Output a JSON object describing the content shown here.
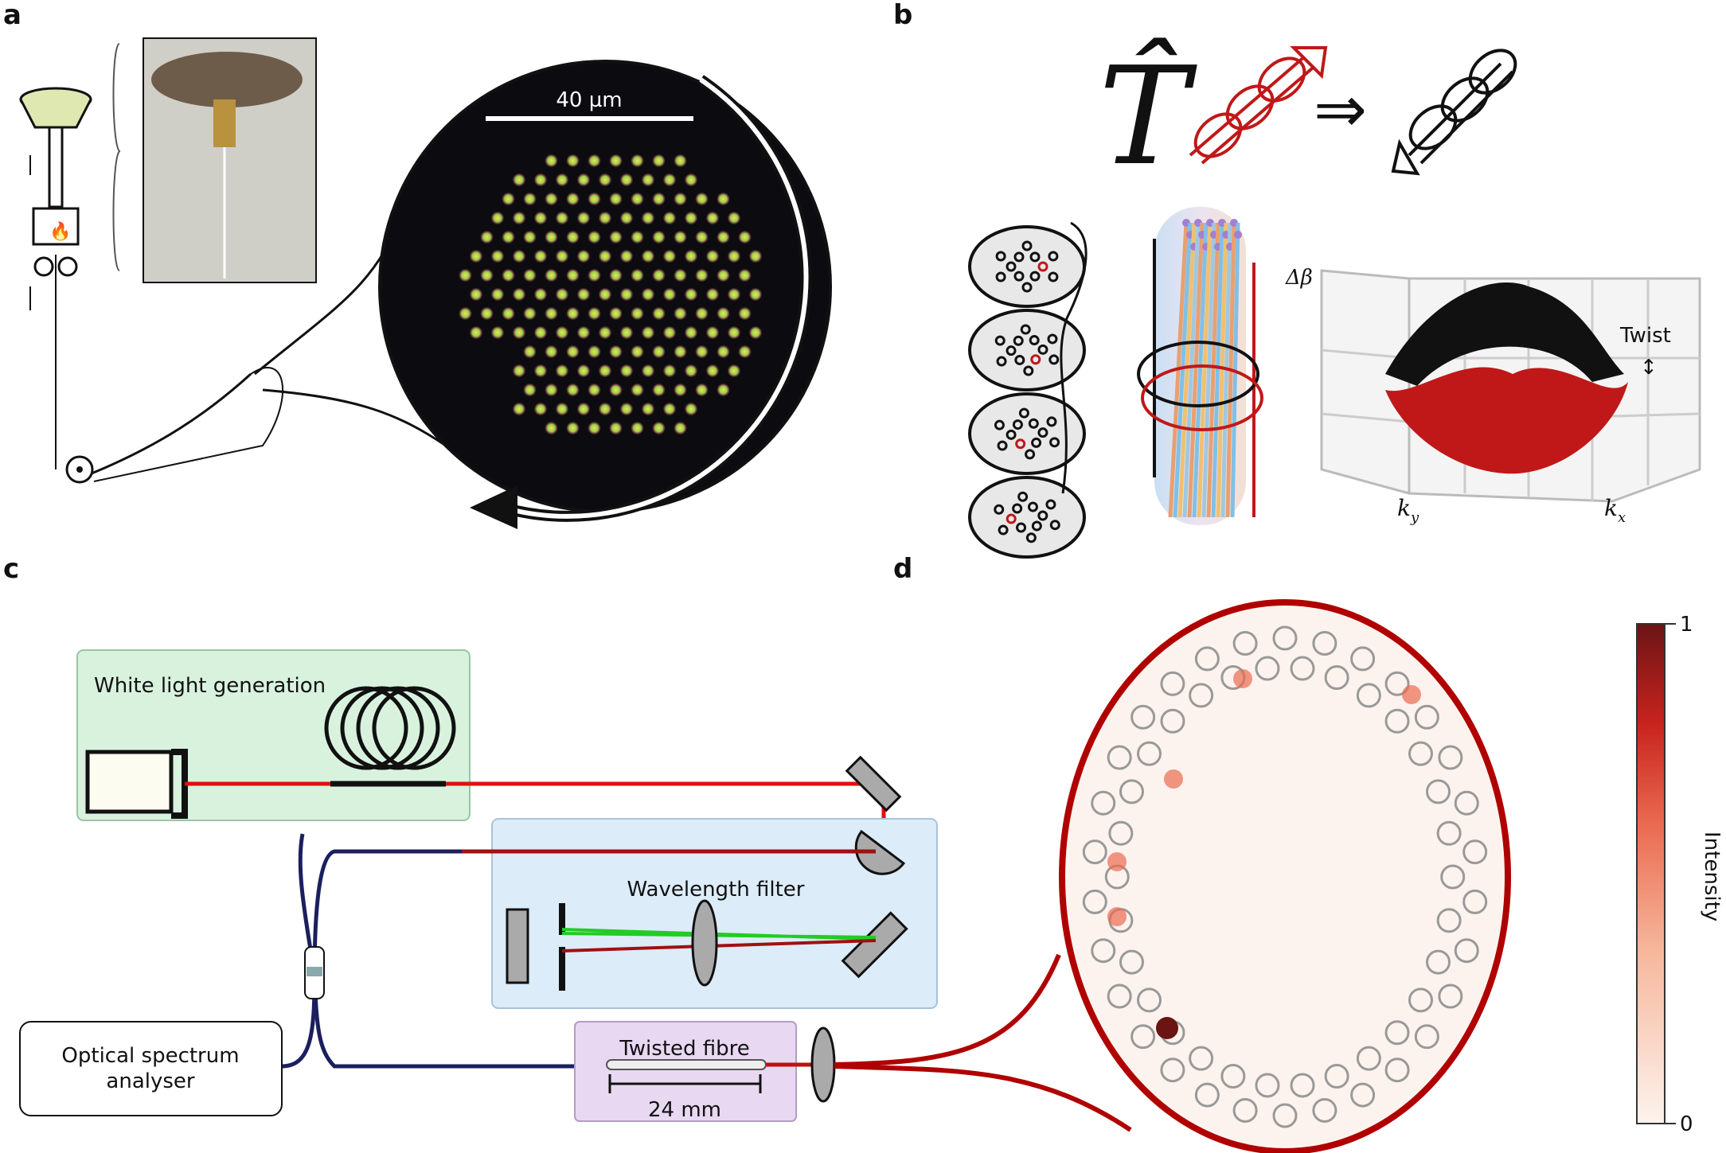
{
  "panels": {
    "a": {
      "label": "a",
      "scale_bar": "40 µm"
    },
    "b": {
      "label": "b",
      "operator": "T̂",
      "implies": "⇒",
      "axis_z": "Δβ",
      "axis_y": "k",
      "axis_y_sub": "y",
      "axis_x": "k",
      "axis_x_sub": "x",
      "annotation": "Twist"
    },
    "c": {
      "label": "c",
      "white_light": "White light generation",
      "wavelength_filter": "Wavelength filter",
      "osa_line1": "Optical spectrum",
      "osa_line2": "analyser",
      "twisted_fibre": "Twisted fibre",
      "length": "24 mm"
    },
    "d": {
      "label": "d",
      "colorbar_max": "1",
      "colorbar_min": "0",
      "colorbar_label": "Intensity"
    }
  },
  "colors": {
    "laser_red": "#e01010",
    "dark_red": "#a00000",
    "fibre_blue": "#1c1f5e",
    "green_box": "#d8f2de",
    "blue_box": "#dcecf8",
    "purple_box": "#e9d8f2",
    "cmap_low": "#fdf3ee",
    "cmap_high": "#6b1414"
  }
}
